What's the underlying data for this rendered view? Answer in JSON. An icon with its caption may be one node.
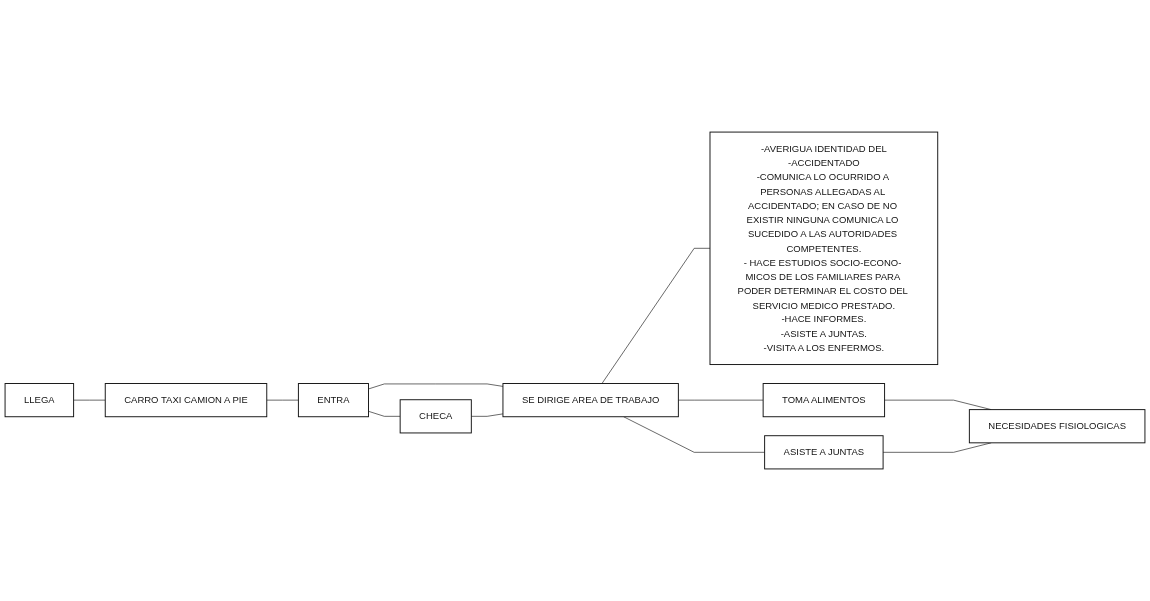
{
  "diagram": {
    "nodes": [
      {
        "text": [
          "LLEGA"
        ]
      },
      {
        "text": [
          "CARRO TAXI CAMION A PIE"
        ]
      },
      {
        "text": [
          "ENTRA"
        ]
      },
      {
        "text": [
          "CHECA"
        ]
      },
      {
        "text": [
          "SE DIRIGE AREA DE TRABAJO"
        ]
      },
      {
        "text": [
          "-AVERIGUA IDENTIDAD DEL",
          "-ACCIDENTADO",
          "-COMUNICA LO OCURRIDO A PERSONAS ALLEGADAS AL ACCIDENTADO; EN CASO DE NO EXISTIR NINGUNA COMUNICA LO SUCEDIDO A LAS AUTORIDADES COMPETENTES.",
          "- HACE ESTUDIOS SOCIO-ECONO- MICOS DE LOS FAMILIARES PARA PODER DETERMINAR EL COSTO DEL SERVICIO MEDICO PRESTADO.",
          "-HACE INFORMES.",
          "-ASISTE A JUNTAS.",
          "-VISITA A LOS ENFERMOS."
        ]
      },
      {
        "text": [
          "TOMA ALIMENTOS"
        ]
      },
      {
        "text": [
          "NECESIDADES FISIOLOGICAS"
        ]
      },
      {
        "text": [
          "ASISTE A JUNTAS"
        ]
      }
    ],
    "edges": [
      {
        "from": 0,
        "to": 1,
        "arrow": "none"
      },
      {
        "from": 1,
        "to": 2,
        "arrow": "none"
      },
      {
        "from": 2,
        "to": 3,
        "arrow": "none"
      },
      {
        "from": 2,
        "to": 4,
        "arrow": "none"
      },
      {
        "from": 3,
        "to": 4,
        "arrow": "none"
      },
      {
        "from": 4,
        "to": 5,
        "arrow": "none"
      },
      {
        "from": 4,
        "to": 6,
        "arrow": "none"
      },
      {
        "from": 4,
        "to": 8,
        "arrow": "none"
      },
      {
        "from": 6,
        "to": 7,
        "arrow": "none"
      },
      {
        "from": 8,
        "to": 7,
        "arrow": "none"
      }
    ]
  }
}
